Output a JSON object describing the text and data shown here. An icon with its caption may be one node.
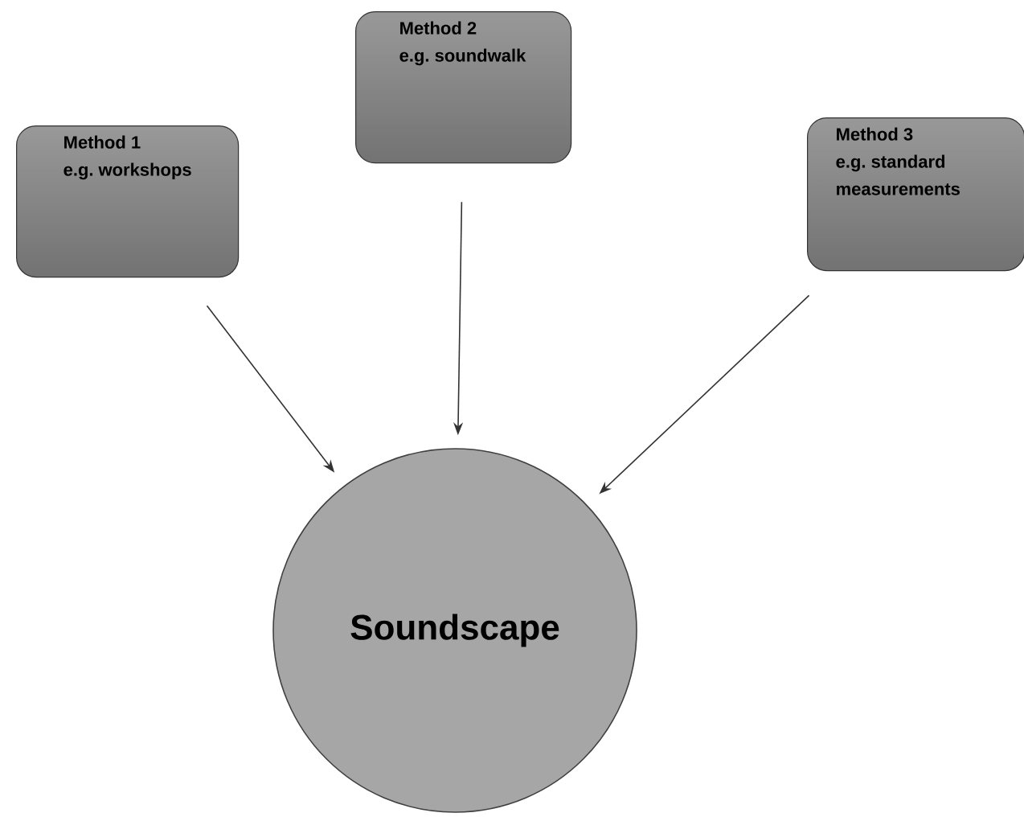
{
  "diagram": {
    "nodes": [
      {
        "text": [
          "Method 1",
          "e.g. workshops"
        ]
      },
      {
        "text": [
          "Method 2",
          "e.g. soundwalk"
        ]
      },
      {
        "text": [
          "Method 3",
          "e.g. standard measurements"
        ]
      },
      {
        "text": [
          "Soundscape"
        ]
      }
    ],
    "edges": [
      {
        "from": 0,
        "to": 3,
        "arrow": "to"
      },
      {
        "from": 1,
        "to": 3,
        "arrow": "to"
      },
      {
        "from": 2,
        "to": 3,
        "arrow": "to"
      }
    ]
  }
}
